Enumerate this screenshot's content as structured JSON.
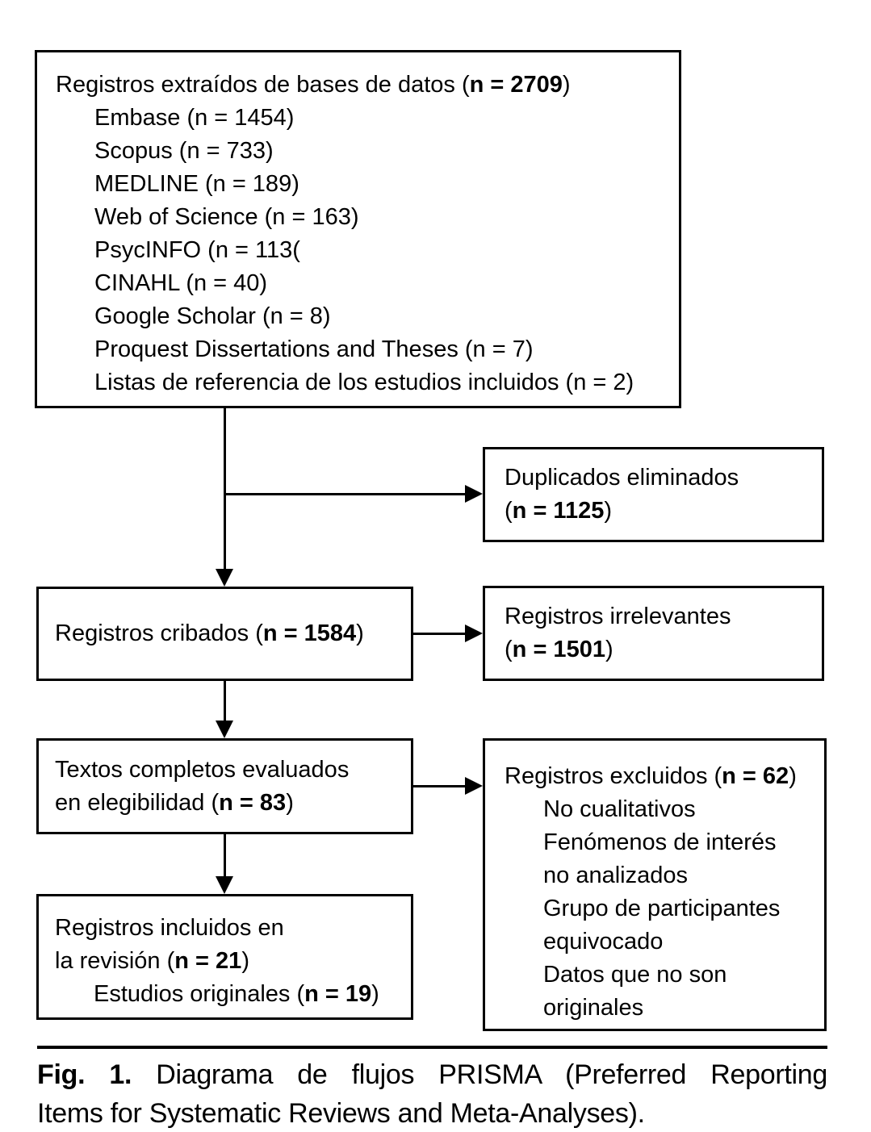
{
  "figure": {
    "boxes": {
      "identification": {
        "line1": {
          "pre": "Registros extraídos de bases de datos (",
          "bold": "n = 2709",
          "post": ")"
        },
        "sources": [
          "Embase (n = 1454)",
          "Scopus (n = 733)",
          "MEDLINE (n = 189)",
          "Web of Science (n = 163)",
          "PsycINFO (n = 113(",
          "CINAHL (n = 40)",
          "Google Scholar (n = 8)",
          "Proquest Dissertations and Theses (n = 7)",
          "Listas de referencia de los estudios incluidos (n = 2)"
        ]
      },
      "duplicates_removed": {
        "line1": "Duplicados eliminados",
        "line2": {
          "pre": "(",
          "bold": "n = 1125",
          "post": ")"
        }
      },
      "records_screened": {
        "line1": {
          "pre": "Registros cribados (",
          "bold": "n = 1584",
          "post": ")"
        }
      },
      "records_irrelevant": {
        "line1": "Registros irrelevantes",
        "line2": {
          "pre": "(",
          "bold": "n = 1501",
          "post": ")"
        }
      },
      "fulltext_assessed": {
        "line1": "Textos completos evaluados",
        "line2": {
          "pre": "en elegibilidad (",
          "bold": "n = 83",
          "post": ")"
        }
      },
      "records_excluded": {
        "line1": {
          "pre": "Registros excluidos (",
          "bold": "n = 62",
          "post": ")"
        },
        "reasons": [
          "No cualitativos",
          "Fenómenos de interés no analizados",
          "Grupo de participantes equivocado",
          "Datos que no son originales"
        ]
      },
      "records_included": {
        "line1": "Registros incluidos en",
        "line2": {
          "pre": "la revisión (",
          "bold": "n = 21",
          "post": ")"
        },
        "line3": {
          "pre": "Estudios originales (",
          "bold": "n = 19",
          "post": ")"
        }
      }
    },
    "caption": {
      "label": "Fig. 1.",
      "line1_rest": "Diagrama de flujos PRISMA (Preferred Reporting",
      "line2": "Items for Systematic Reviews and Meta-Analyses)."
    },
    "colors": {
      "border": "#000000",
      "text": "#000000",
      "background": "#ffffff"
    }
  }
}
